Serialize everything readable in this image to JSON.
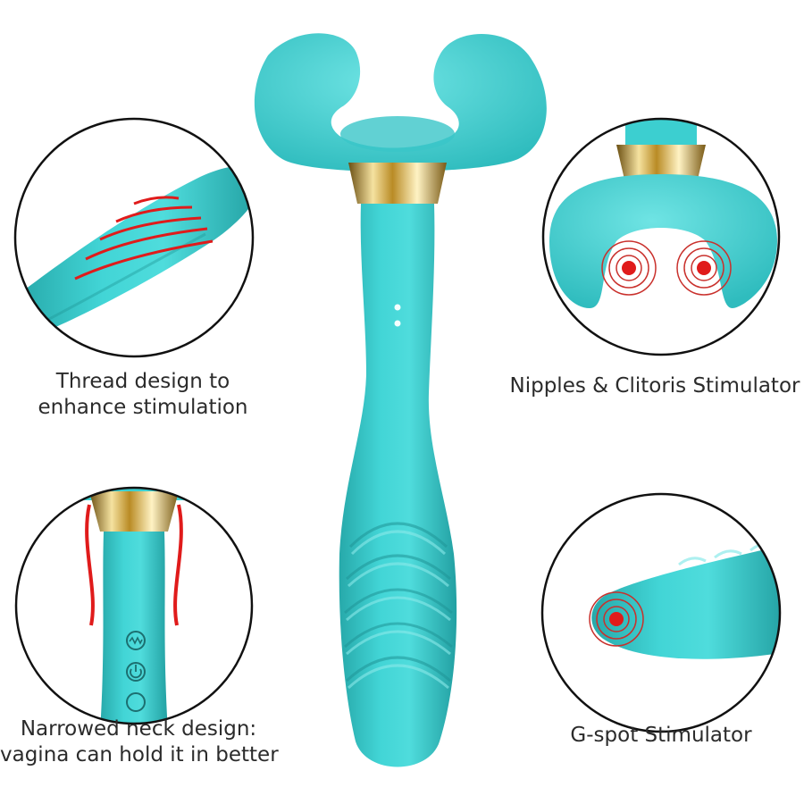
{
  "colors": {
    "product": "#3ccfd0",
    "product_shadow": "#239ea0",
    "product_highlight": "#7fe6e6",
    "gold": "#d7b04a",
    "accent_red": "#e01b1b",
    "circle_stroke": "#111111"
  },
  "captions": {
    "thread": {
      "line1": "Thread design to",
      "line2": "enhance stimulation"
    },
    "nipples": {
      "line1": "Nipples & Clitoris Stimulator"
    },
    "neck": {
      "line1": "Narrowed neck design:",
      "line2": "vagina can hold it in better"
    },
    "gspot": {
      "line1": "G-spot Stimulator"
    }
  },
  "icons": [
    "wave-mode-icon",
    "power-icon"
  ]
}
